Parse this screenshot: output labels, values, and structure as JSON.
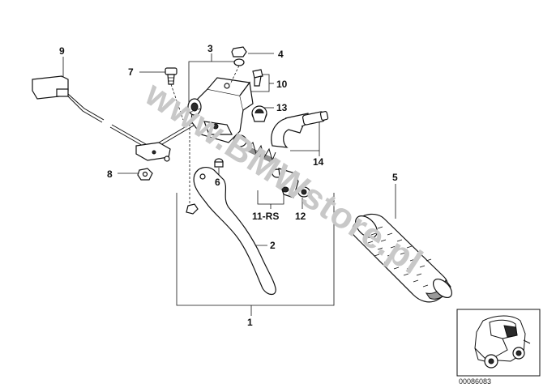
{
  "diagram": {
    "callouts": {
      "c1": "1",
      "c2": "2",
      "c3": "3",
      "c4": "4",
      "c5": "5",
      "c6": "6",
      "c7": "7",
      "c8": "8",
      "c9": "9",
      "c10": "10",
      "c11": "11-RS",
      "c12": "12",
      "c13": "13",
      "c14": "14"
    },
    "watermark": "www.BMWstore.pl",
    "reference_number": "00086083"
  }
}
